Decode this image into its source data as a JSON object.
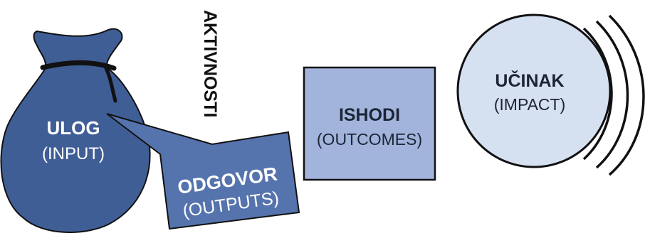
{
  "colors": {
    "bag_fill": "#3f5e96",
    "bag_text": "#ffffff",
    "outputs_fill": "#5573ad",
    "outputs_text": "#ffffff",
    "outcomes_fill": "#a2b4dc",
    "outcomes_text": "#1b2535",
    "impact_fill": "#d5e0f1",
    "impact_text": "#1b2535",
    "stroke": "#111111"
  },
  "diagram": {
    "input": {
      "title": "ULOG",
      "subtitle": "(INPUT)",
      "icon": "money-bag-icon"
    },
    "activities": {
      "label": "AKTIVNOSTI"
    },
    "outputs": {
      "title": "ODGOVOR",
      "subtitle": "(OUTPUTS)"
    },
    "outcomes": {
      "title": "ISHODI",
      "subtitle": "(OUTCOMES)"
    },
    "impact": {
      "title": "UČINAK",
      "subtitle": "(IMPACT)",
      "icon": "ripple-arcs-icon"
    }
  }
}
